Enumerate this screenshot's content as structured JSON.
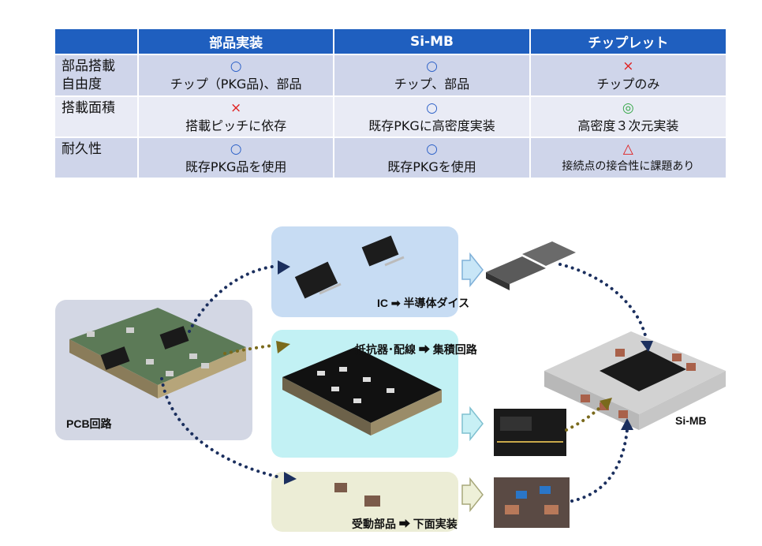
{
  "table": {
    "headers": [
      "",
      "部品実装",
      "Si-MB",
      "チップレット"
    ],
    "rows": [
      {
        "label": "部品搭載\n自由度",
        "cells": [
          {
            "symbol": "○",
            "kind": "good",
            "text": "チップ（PKG品)、部品"
          },
          {
            "symbol": "○",
            "kind": "good",
            "text": "チップ、部品"
          },
          {
            "symbol": "×",
            "kind": "bad",
            "text": "チップのみ"
          }
        ]
      },
      {
        "label": "搭載面積",
        "cells": [
          {
            "symbol": "×",
            "kind": "bad",
            "text": "搭載ピッチに依存"
          },
          {
            "symbol": "○",
            "kind": "good",
            "text": "既存PKGに高密度実装"
          },
          {
            "symbol": "◎",
            "kind": "great",
            "text": "高密度３次元実装"
          }
        ]
      },
      {
        "label": "耐久性",
        "cells": [
          {
            "symbol": "○",
            "kind": "good",
            "text": "既存PKG品を使用"
          },
          {
            "symbol": "○",
            "kind": "good",
            "text": "既存PKGを使用"
          },
          {
            "symbol": "△",
            "kind": "warn",
            "text": "接続点の接合性に課題あり"
          }
        ]
      }
    ]
  },
  "diagram": {
    "pcb_label": "PCB回路",
    "simb_label": "Si-MB",
    "ic_label": "IC ➡ 半導体ダイス",
    "resistor_label": "抵抗器･配線 ➡ 集積回路",
    "passive_label": "受動部品 ➡ 下面実装"
  },
  "colors": {
    "header_blue": "#1f5fbf",
    "row_dark": "#cfd5ea",
    "row_light": "#e9ebf5",
    "ic_box": "#c7dcf3",
    "resistor_box": "#c2f1f4",
    "passive_box": "#ecedd6",
    "pcb_box": "#d3d7e4",
    "dots_navy": "#1b2f5e",
    "dots_olive": "#7a6a1c"
  }
}
